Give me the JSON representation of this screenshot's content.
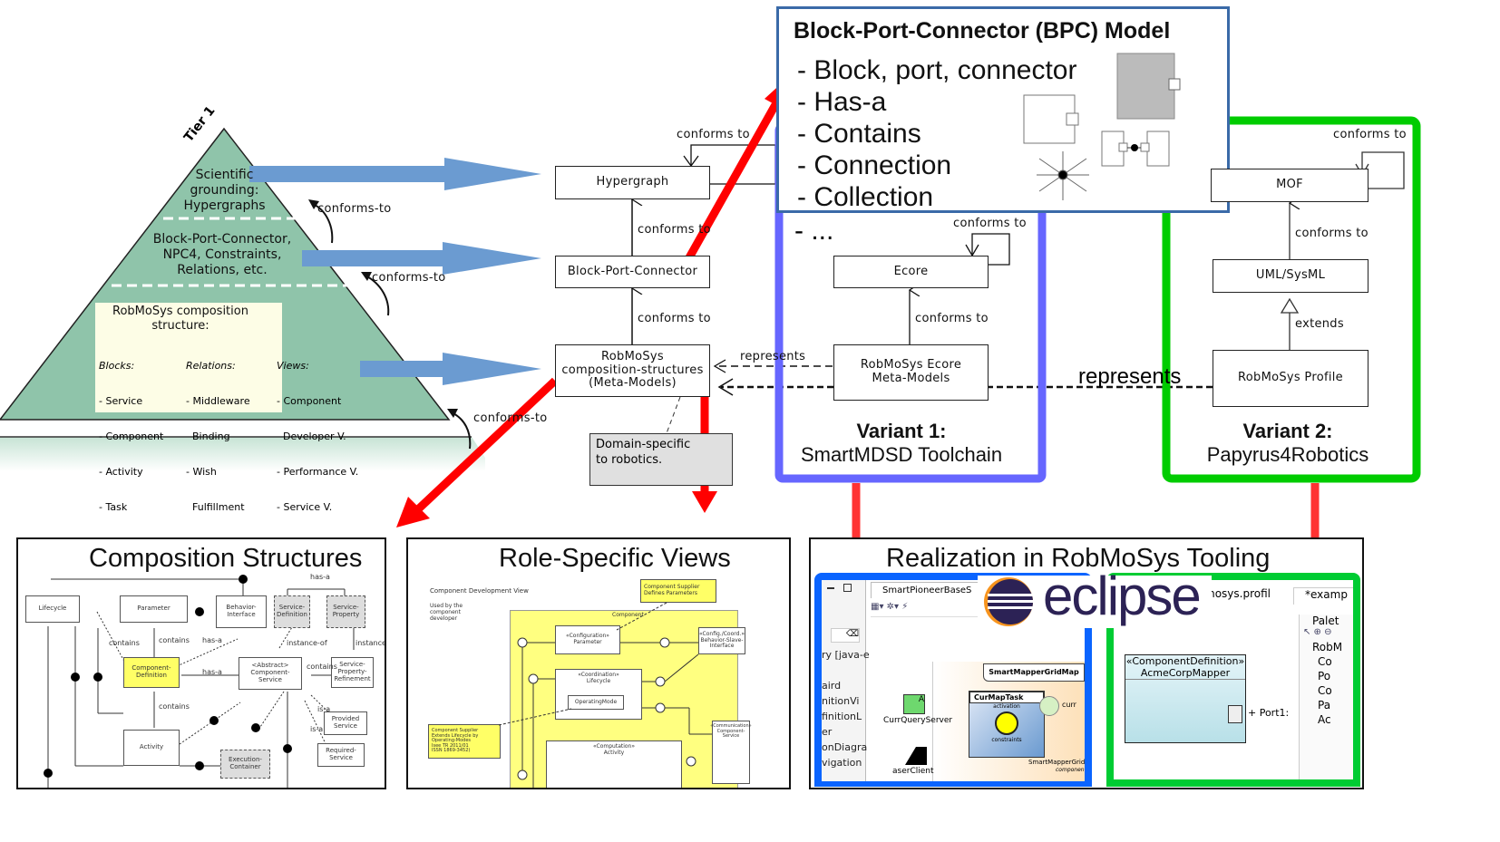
{
  "pyramid": {
    "tier_label": "Tier 1",
    "top": [
      "Scientific",
      "grounding:",
      "Hypergraphs"
    ],
    "middle": [
      "Block-Port-Connector,",
      "NPC4, Constraints,",
      "Relations, etc."
    ],
    "conforms_to_1": "conforms-to",
    "conforms_to_2": "conforms-to",
    "conforms_to_3": "conforms-to",
    "composition": {
      "title": [
        "RobMoSys composition",
        "structure:"
      ],
      "blocks_header": "Blocks:",
      "blocks": [
        "- Service",
        "- Component",
        "- Activity",
        "- Task",
        "- ..."
      ],
      "relations_header": "Relations:",
      "relations": [
        "- Middleware",
        "  Binding",
        "- Wish",
        "  Fulfillment",
        "- ..."
      ],
      "views_header": "Views:",
      "views": [
        "- Component",
        "  Developer V.",
        "- Performance V.",
        "- Service V.",
        "- ..."
      ]
    }
  },
  "metamodel_chain": {
    "hypergraph": "Hypergraph",
    "bpc": "Block-Port-Connector",
    "robmosys": [
      "RobMoSys",
      "composition-structures",
      "(Meta-Models)"
    ],
    "self_conforms": "conforms to",
    "conforms_1": "conforms to",
    "conforms_2": "conforms to",
    "note": [
      "Domain-specific",
      "to robotics."
    ],
    "represents_label": "represents"
  },
  "bpc_model": {
    "title": "Block-Port-Connector (BPC) Model",
    "items": [
      "- Block, port, connector",
      "- Has-a",
      "- Contains",
      "- Connection",
      "- Collection",
      "- ..."
    ]
  },
  "variant1": {
    "ecore": "Ecore",
    "robmosys_ecore": [
      "RobMoSys Ecore",
      "Meta-Models"
    ],
    "self_conforms": "conforms to",
    "conforms": "conforms to",
    "title": "Variant 1:",
    "subtitle": "SmartMDSD Toolchain",
    "color": "#6666ff"
  },
  "variant2": {
    "mof": "MOF",
    "uml": "UML/SysML",
    "profile": "RobMoSys Profile",
    "self_conforms": "conforms to",
    "conforms": "conforms to",
    "extends": "extends",
    "represents_label": "represents",
    "title": "Variant 2:",
    "subtitle": "Papyrus4Robotics",
    "color": "#00cc00"
  },
  "panels": {
    "composition": {
      "title": "Composition Structures",
      "labels": {
        "lifecycle": "Lifecycle",
        "parameter": "Parameter",
        "behavior": "Behavior-\nInterface",
        "service_def": "Service-\nDefinition",
        "service_prop": "Service-\nProperty",
        "component_def": "Component-\nDefinition",
        "abstract_service": "<Abstract>\nComponent-\nService",
        "service_prop_ref": "Service-\nProperty-\nRefinement",
        "provided": "Provided\nService",
        "required": "Required-\nService",
        "activity": "Activity",
        "exec_container": "Execution-\nContainer",
        "has_a": "has-a",
        "contains": "contains",
        "instance_of": "instance-of",
        "is_a": "is-a"
      }
    },
    "views": {
      "title": "Role-Specific Views",
      "view_name": "Component Development View",
      "view_desc": "Used by the\ncomponent\ndeveloper",
      "note1": "Component Supplier\nDefines Parameters",
      "note2": "Component Supplier\nExtends Lifecycle by\nOperating-Modes\nIsee TR 2011/01\nISSN 1869-3452)",
      "component": "Component",
      "param": "«Configuration»\nParameter",
      "lifecycle": "«Coordination»\nLifecycle",
      "opmode": "OperatingMode",
      "activity": "«Computation»\nActivity",
      "config": "«Config./Coord.»\nBehavior-Slave-\nInterface",
      "service": "«Communication»\nComponent-\nService"
    },
    "tooling": {
      "title": "Realization in RobMoSys Tooling",
      "eclipse_logo": "eclipse",
      "tab1": "SmartPioneerBaseS",
      "tab2": "mosys.profil",
      "tab3": "*examp",
      "palette": "Palet",
      "sidebar_items": [
        "ry [java-e",
        "",
        "aird",
        "nitionVi",
        "finitionL",
        "er",
        "onDiagra",
        "vigation"
      ],
      "smartmapper": "SmartMapperGridMap",
      "curmaptask": "CurMapTask",
      "curquery": "CurrQueryServer",
      "activation": "activation",
      "constraints": "constraints",
      "laser": "aserClient",
      "cur": "curr",
      "smartmapper_grid": "SmartMapperGrid",
      "component_word": "component",
      "comp_def_stereo": "«ComponentDefinition»",
      "acme": "AcmeCorpMapper",
      "port": "+ Port1:",
      "palette_items": [
        "RobM",
        "Co",
        "Po",
        "Co",
        "Pa",
        "Ac"
      ]
    }
  },
  "colors": {
    "pyramid": "#8fc4aa",
    "composition_box": "#fdfde6",
    "blue_arrow": "#6b9bd1",
    "red_arrow": "#ff0000",
    "bpc_border": "#3a6aa8",
    "variant1_border": "#6666ff",
    "variant2_border": "#00cc00",
    "tooling_blue": "#0a64ff",
    "tooling_green": "#00cc33"
  }
}
